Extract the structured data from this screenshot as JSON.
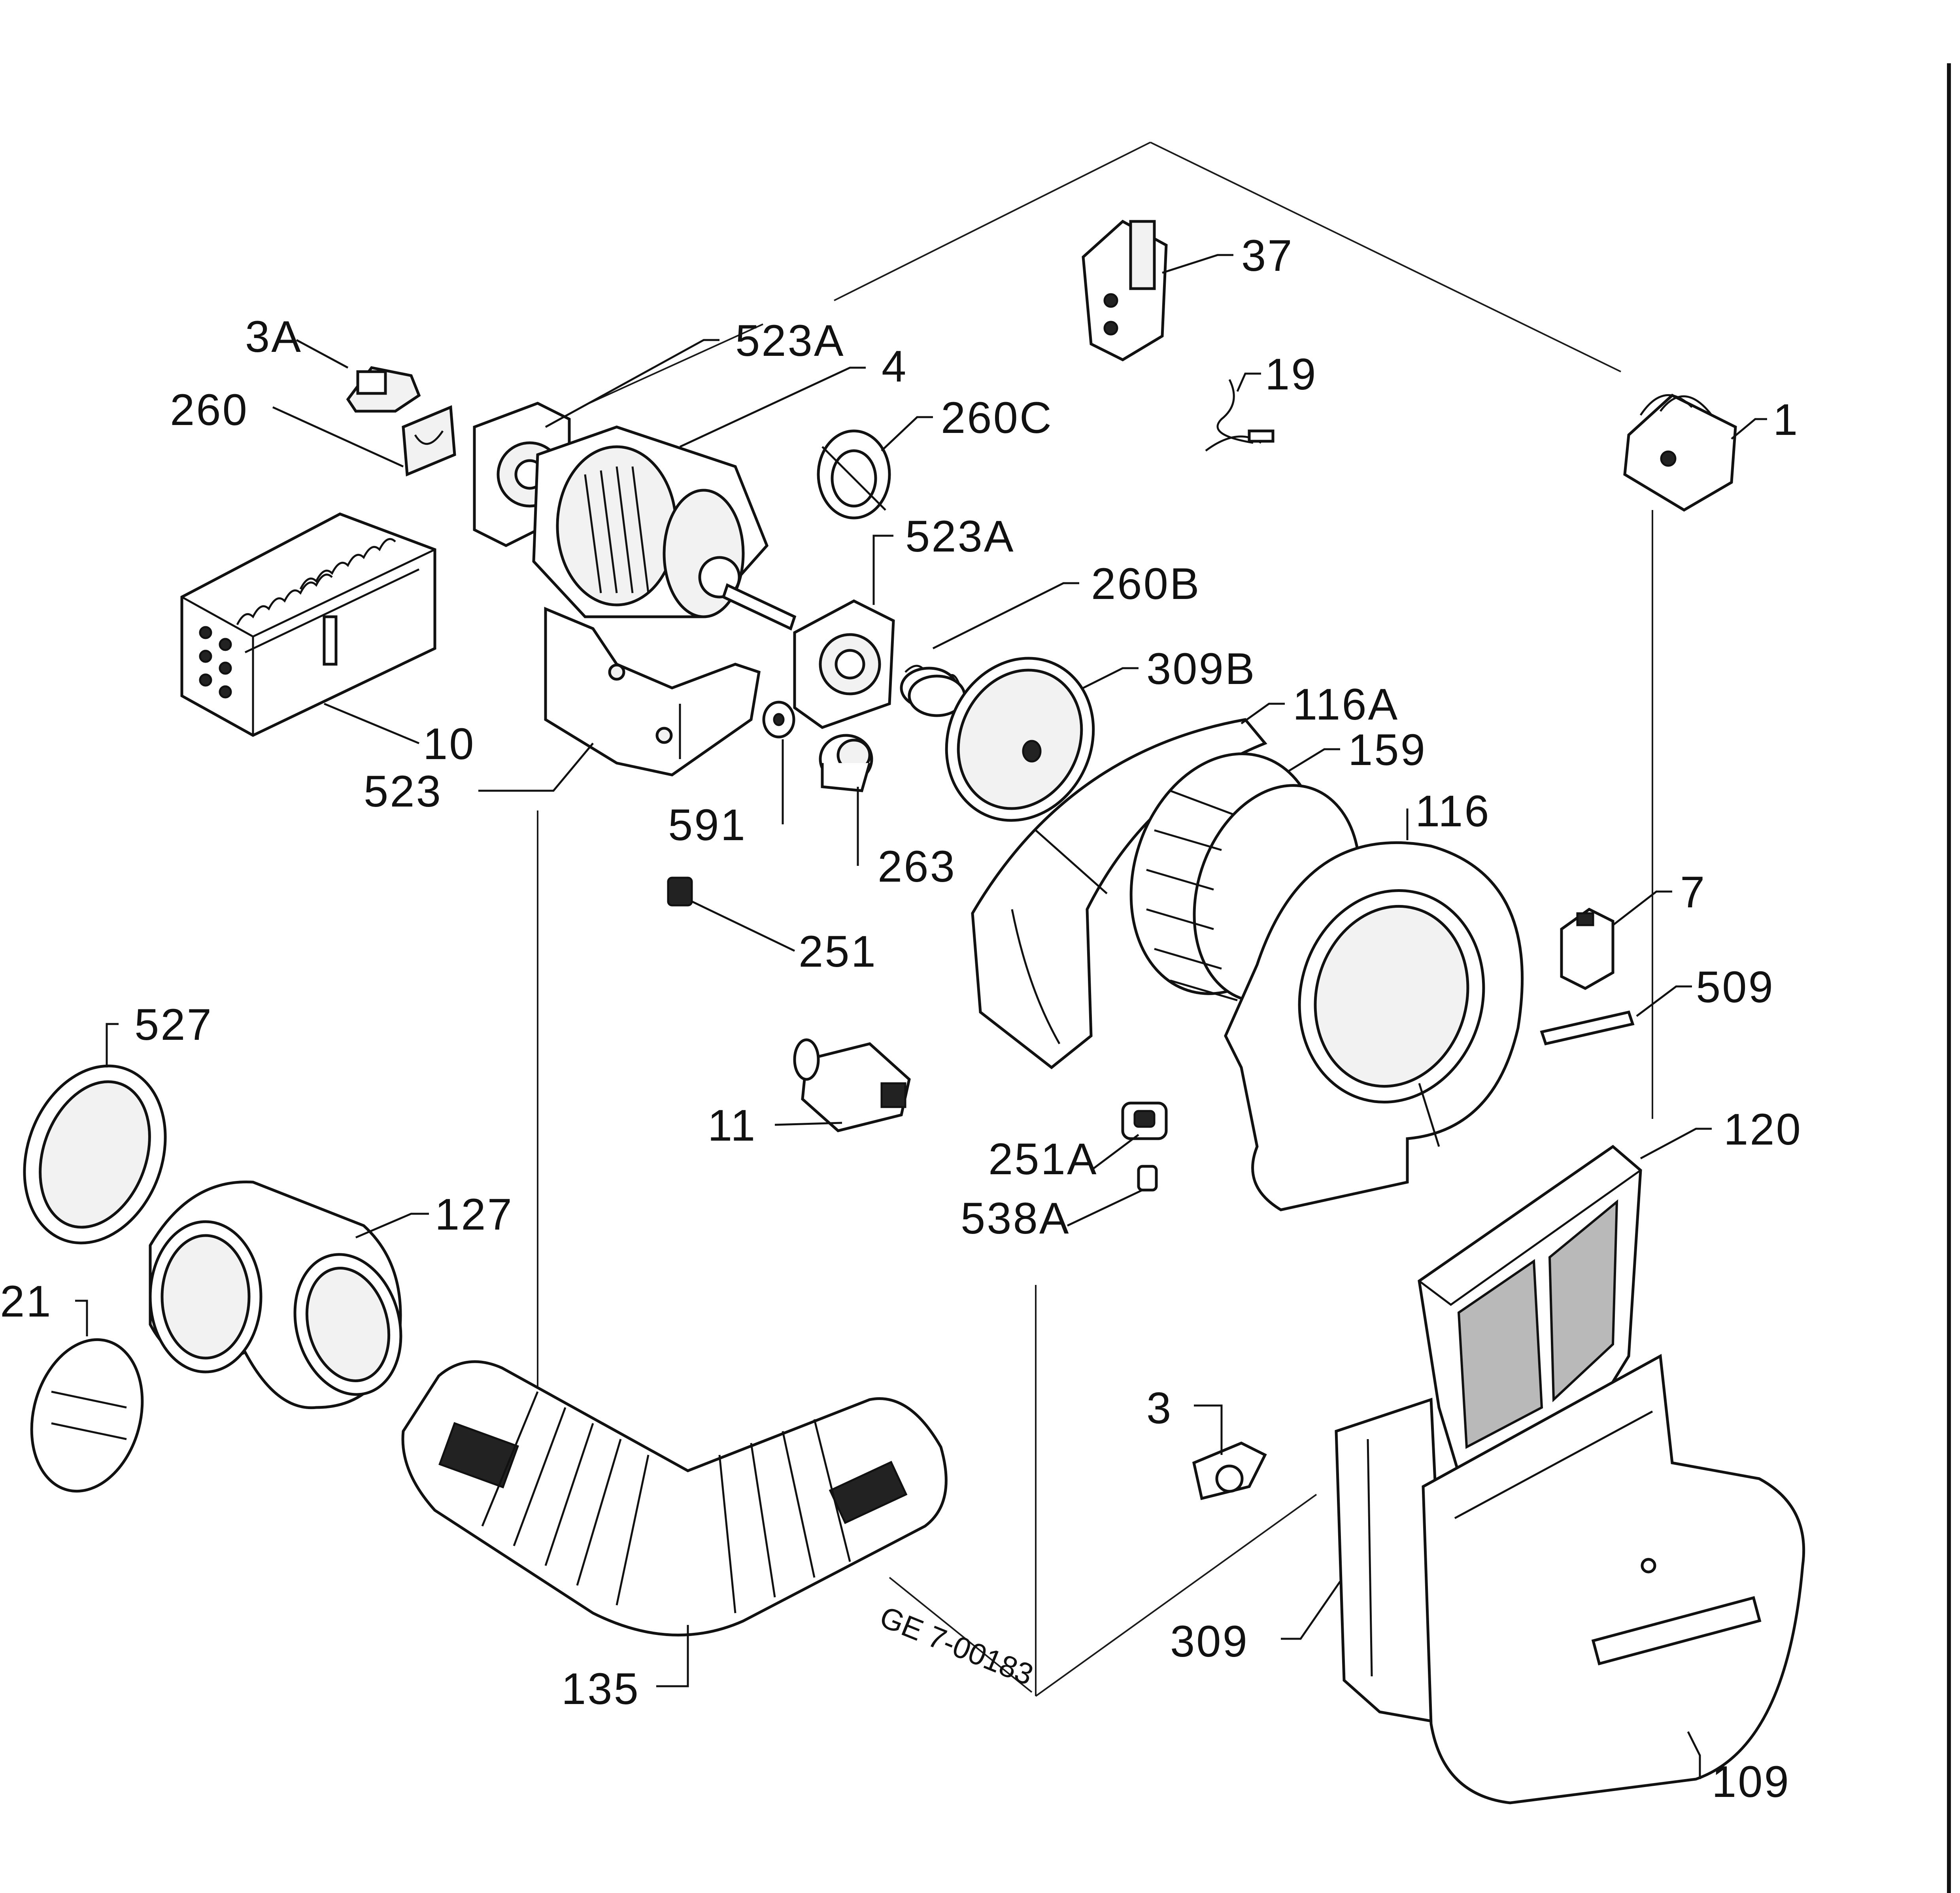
{
  "drawing_ref": "GE 7-00183",
  "callouts": {
    "c_3a": "3A",
    "c_260": "260",
    "c_523a_top": "523A",
    "c_4": "4",
    "c_260c": "260C",
    "c_37": "37",
    "c_19": "19",
    "c_1": "1",
    "c_523a_mid": "523A",
    "c_260b": "260B",
    "c_10": "10",
    "c_523": "523",
    "c_309b": "309B",
    "c_116a": "116A",
    "c_159": "159",
    "c_591": "591",
    "c_263": "263",
    "c_116": "116",
    "c_7": "7",
    "c_251": "251",
    "c_509": "509",
    "c_527": "527",
    "c_11": "11",
    "c_120": "120",
    "c_251a": "251A",
    "c_538a": "538A",
    "c_127": "127",
    "c_21": "21",
    "c_3": "3",
    "c_309": "309",
    "c_135": "135",
    "c_109": "109"
  }
}
